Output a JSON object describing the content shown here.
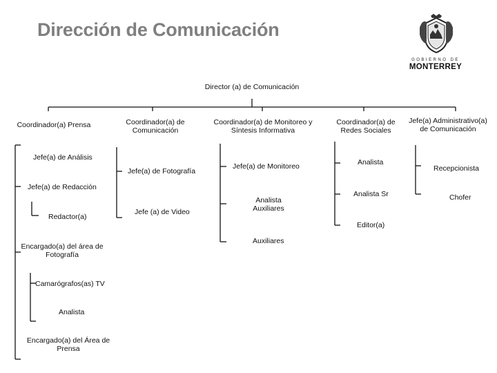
{
  "header": {
    "title": "Dirección de Comunicación"
  },
  "logo": {
    "line1": "GOBIERNO DE",
    "line2": "MONTERREY",
    "icon": "coat-of-arms-icon"
  },
  "org": {
    "director": "Director (a) de Comunicación",
    "prensa": {
      "head": "Coordinador(a) Prensa",
      "jefe_analisis": "Jefe(a) de Análisis",
      "jefe_redaccion": "Jefe(a) de Redacción",
      "redactor": "Redactor(a)",
      "encargado_foto": "Encargado(a) del área de Fotografía",
      "camarografos": "Camarógrafos(as) TV",
      "analista": "Analista",
      "encargado_prensa": "Encargado(a) del Área de Prensa"
    },
    "comunicacion": {
      "head": "Coordinador(a) de Comunicación",
      "jefe_foto": "Jefe(a) de Fotografía",
      "jefe_video": "Jefe (a) de Video"
    },
    "monitoreo": {
      "head": "Coordinador(a) de Monitoreo y Síntesis Informativa",
      "jefe_monitoreo": "Jefe(a) de Monitoreo",
      "analista_aux": "Analista Auxiliares",
      "auxiliares": "Auxiliares"
    },
    "redes": {
      "head": "Coordinador(a) de Redes Sociales",
      "analista": "Analista",
      "analista_sr": "Analista Sr",
      "editor": "Editor(a)"
    },
    "admin": {
      "head": "Jefe(a) Administrativo(a) de Comunicación",
      "recepcionista": "Recepcionista",
      "chofer": "Chofer"
    }
  }
}
